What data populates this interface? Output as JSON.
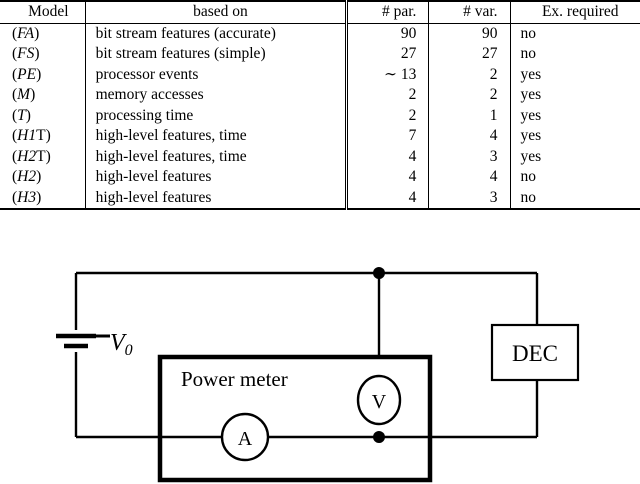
{
  "table": {
    "columns": [
      "Model",
      "based on",
      "# par.",
      "# var.",
      "Ex. required"
    ],
    "rows": [
      {
        "model": "FA",
        "model_sub": "",
        "based_on": "bit stream features (accurate)",
        "par": "90",
        "var": "90",
        "ex": "no"
      },
      {
        "model": "FS",
        "model_sub": "",
        "based_on": "bit stream features (simple)",
        "par": "27",
        "var": "27",
        "ex": "no"
      },
      {
        "model": "PE",
        "model_sub": "",
        "based_on": "processor events",
        "par": "∼ 13",
        "var": "2",
        "ex": "yes"
      },
      {
        "model": "M",
        "model_sub": "",
        "based_on": "memory accesses",
        "par": "2",
        "var": "2",
        "ex": "yes"
      },
      {
        "model": "T",
        "model_sub": "",
        "based_on": "processing time",
        "par": "2",
        "var": "1",
        "ex": "yes"
      },
      {
        "model": "H1",
        "model_sub": "T",
        "based_on": "high-level features, time",
        "par": "7",
        "var": "4",
        "ex": "yes"
      },
      {
        "model": "H2",
        "model_sub": "T",
        "based_on": "high-level features, time",
        "par": "4",
        "var": "3",
        "ex": "yes"
      },
      {
        "model": "H2",
        "model_sub": "",
        "based_on": "high-level features",
        "par": "4",
        "var": "4",
        "ex": "no"
      },
      {
        "model": "H3",
        "model_sub": "",
        "based_on": "high-level features",
        "par": "4",
        "var": "3",
        "ex": "no"
      }
    ]
  },
  "circuit": {
    "source_label": "V",
    "source_sublabel": "0",
    "power_meter_label": "Power meter",
    "ammeter_label": "A",
    "voltmeter_label": "V",
    "device_label": "DEC",
    "wire_color": "#000000",
    "background": "#ffffff"
  }
}
